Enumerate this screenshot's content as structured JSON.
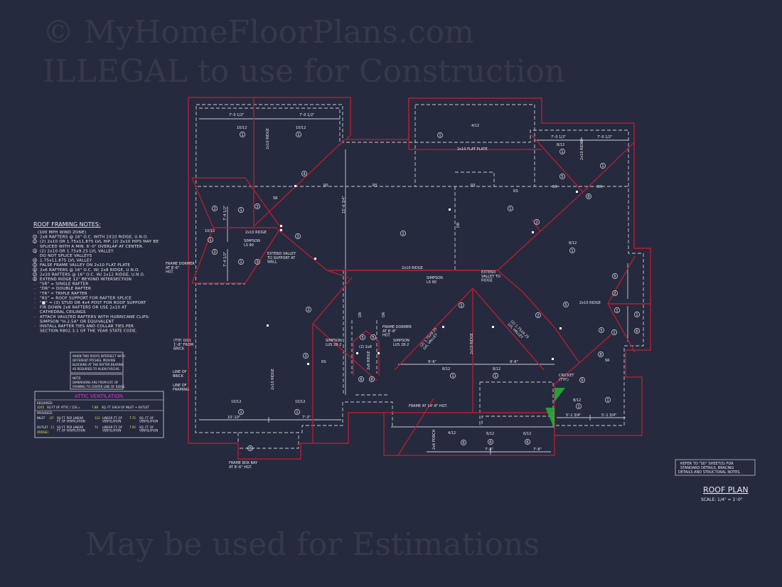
{
  "roof_framing_notes": {
    "title": "ROOF FRAMING NOTES:",
    "lines": [
      "(100 MPH WIND ZONE)",
      "2x8 RAFTERS @ 16\" O.C. WITH 2X10 RIDGE, U.N.O.",
      "(2) 2x10 OR 1.75x11.875 LVL HIP. (2) 2x10 HIPS MAY BE",
      "SPLICED WITH A MIN. 6'-0\" OVERLAP AT CENTER.",
      "(2) 2x10 OR 1.75x9.25 LVL VALLEY.",
      "DO NOT SPLICE VALLEYS",
      "1.75x11.875 LVL VALLEY",
      "FALSE FRAME VALLEY ON 2x10 FLAT PLATE",
      "2x6 RAFTERS @ 16\" O.C. W/ 2x8 RIDGE, U.N.O.",
      "2x10 RAFTERS @ 16\" O.C. W/ 2x12 RIDGE, U.N.O.",
      "EXTEND RIDGE 12\" BEYOND INTERSECTION",
      "\"SR\" = SINGLE RAFTER",
      "\"DR\" = DOUBLE RAFTER",
      "\"TR\" = TRIPLE RAFTER",
      "\"RS\" = ROOF SUPPORT FOR RAFTER SPLICE",
      "\"■\" = (3) STUD OR 4x4 POST FOR ROOF SUPPORT",
      "FIR DOWN 2x8 RAFTERS OR USE 2x10 AT",
      "CATHEDRAL CEILINGS",
      "ATTACH VAULTED RAFTERS WITH HURRICANE CLIPS:",
      "SIMPSON \"H-2.5A\" OR EQUIVALENT",
      "INSTALL RAFTER TIES AND COLLAR TIES PER",
      "SECTION R802.3.1 OF THE YEAR STATE CODE."
    ],
    "markers": [
      "1",
      "2",
      "",
      "3",
      "",
      "4",
      "5",
      "6",
      "7",
      "8",
      "-",
      "-",
      "-",
      "-",
      "-",
      "-",
      "",
      "-",
      "",
      "-",
      ""
    ]
  },
  "blocking_note": [
    "WHEN TWO ROOFS INTERSECT WITH",
    "DIFFERENT PITCHES, PROVIDE",
    "BLOCKING AT THE RAFTER BEARING",
    "AS REQUIRED TO ALIGN FASCIAS."
  ],
  "dimension_note": [
    "NOTE:",
    "DIMENSIONS ARE FROM EXT. OF",
    "FRAMING TO CENTER LINE OF RIDGE."
  ],
  "attic_ventilation": {
    "title": "ATTIC VENTILATION",
    "required_label": "REQUIRED:",
    "required_attic": "3245",
    "required_text1": "SQ FT OF ATTIC / 150 =",
    "required_each": "7.88",
    "required_text2": "SQ. FT. EACH OF INLET + OUTLET",
    "provided_label": "PROVIDED:",
    "inlet_label": "INLET",
    "inlet_rate": ".07",
    "inlet_text": "SQ FT. PER LINEAR FT. OF VENTILATION",
    "inlet_lf": "112",
    "inlet_lf_text": "LINEAR FT. OF VENTILATION",
    "inlet_total": "7.72",
    "inlet_total_text": "SQ. FT. OF VENTILATION",
    "outlet_label": "OUTLET",
    "outlet_rate": ".11",
    "outlet_type": "(RIDGE)",
    "outlet_text": "SQ FT. PER LINEAR FT. OF VENTILATION",
    "outlet_lf": "72",
    "outlet_lf_text": "LINEAR FT. OF VENTILATION",
    "outlet_total": "7.92",
    "outlet_total_text": "SQ. FT. OF VENTILATION"
  },
  "refer_note": [
    "REFER TO \"SD\" SHEET(S) FOR",
    "STANDARD DETAILS, BRACING",
    "DETAILS AND STRUCTURAL NOTES."
  ],
  "title_block": {
    "title": "ROOF PLAN",
    "scale": "SCALE: 1/4\" = 1'-0\""
  },
  "watermarks": [
    "© MyHomeFloorPlans.com",
    "ILLEGAL to use for Construction",
    "May be used for Estimations"
  ],
  "plan_labels": {
    "dim_7_0_a": "7'-0 1/2\"",
    "dim_7_0_b": "7'-0 1/2\"",
    "dim_7_0_c": "7'-0 1/2\"",
    "dim_7_0_d": "7'-0 1/2\"",
    "pitch_812": "8/12",
    "pitch_412": "4/12",
    "pitch_1012": "10/12",
    "pitch_612": "6/12",
    "ridge_2x10": "2x10 RIDGE",
    "ridge_2x8": "2x8 RIDGE",
    "rs": "RS",
    "sr": "SR",
    "dr": "DR",
    "flat_plate": "2x10 FLAT PLATE",
    "simpson_ls": "SIMPSON LS 90",
    "simpson_lus": "SIMPSON LUS 28-2",
    "extend_valley_wall": "EXTEND VALLEY TO SUPPORT AT WALL",
    "extend_valley_ridge": "EXTEND VALLEY TO RIDGE",
    "dim_7_4": "7'-4 1/2\"",
    "dim_15_6": "15'-6 3/4\"",
    "lvl_valley": "(2) 1.75x9.25 LVL VALLEY",
    "double_2x8": "(2) 2x8",
    "frame_dormer_a": "FRAME DORMER AT 8'-6\" HGT.",
    "frame_dormer_b": "FRAME DORMER AT 8'-8\" HGT.",
    "frame_14": "FRAME AT 14'-8\" HGT.",
    "frame_box_bay": "FRAME BOX BAY AT 8'-6\" HGT.",
    "typ_from_brick": "(TYP. O/U) 1'-8\" FROM BRICK",
    "line_of_brick": "LINE OF BRICK",
    "line_of_framing": "LINE OF FRAMING",
    "dim_10_10": "10'-10\"",
    "dim_7_3": "7'-3\"",
    "dim_9_6_a": "9'-6\"",
    "dim_9_6_b": "9'-6\"",
    "dim_7_8_a": "7'-8\"",
    "dim_7_8_b": "7'-8\"",
    "dim_5_1_a": "5'-1 3/4\"",
    "dim_5_1_b": "5'-1 3/4\"",
    "cricket": "CRICKET (TYP.)",
    "porch": "2x6 PORCH"
  },
  "colors": {
    "background": "#262a3e",
    "roof_line": "#b01e32",
    "wall_line": "#c9ccd6",
    "cricket": "#22b43a",
    "highlight": "#e8e84a",
    "vent_title": "#d23bd8"
  }
}
